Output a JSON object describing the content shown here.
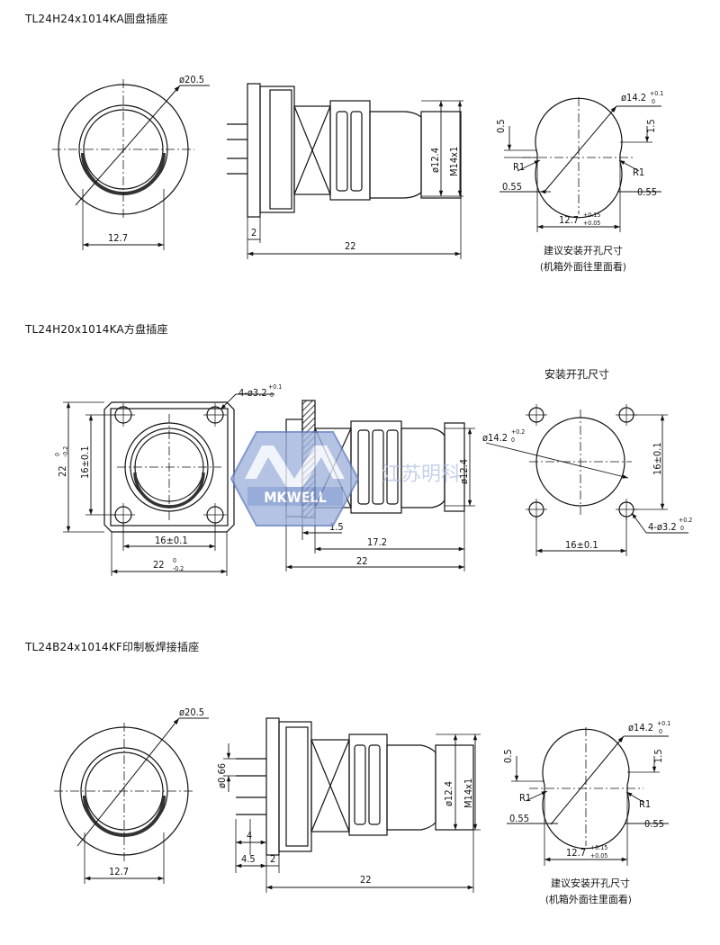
{
  "section1": {
    "title": "TL24H24x1014KA圆盘插座",
    "dims": {
      "front_dia": "ø20.5",
      "front_width": "12.7",
      "side_flange": "2",
      "side_length": "22",
      "side_dia": "ø12.4",
      "side_thread": "M14x1",
      "cut_dia_base": "ø14.2",
      "cut_dia_tol_up": "+0.1",
      "cut_dia_tol_dn": "0",
      "cut_top_left": "0.5",
      "cut_top_right": "1.5",
      "cut_r_left": "R1",
      "cut_r_right": "R1",
      "cut_055_left": "0.55",
      "cut_055_right": "0.55",
      "cut_width_base": "12.7",
      "cut_width_tol_up": "+0.15",
      "cut_width_tol_dn": "+0.05"
    },
    "note_line1": "建议安装开孔尺寸",
    "note_line2": "(机箱外面往里面看)"
  },
  "section2": {
    "title": "TL24H20x1014KA方盘插座",
    "dims": {
      "holes_base": "4-ø3.2",
      "holes_tol_up": "+0.1",
      "holes_tol_dn": "0",
      "outer_v_base": "22",
      "outer_v_tol_up": "0",
      "outer_v_tol_dn": "-0.2",
      "inner_v": "16±0.1",
      "inner_h": "16±0.1",
      "outer_h_base": "22",
      "outer_h_tol_up": "0",
      "outer_h_tol_dn": "-0.2",
      "side_dia": "ø12.4",
      "side_15": "1.5",
      "side_172": "17.2",
      "side_22": "22",
      "cut_heading": "安装开孔尺寸",
      "cut_dia_base": "ø14.2",
      "cut_dia_tol_up": "+0.2",
      "cut_dia_tol_dn": "0",
      "cut_v": "16±0.1",
      "cut_h": "16±0.1",
      "cut_holes_base": "4-ø3.2",
      "cut_holes_tol_up": "+0.2",
      "cut_holes_tol_dn": "0"
    }
  },
  "section3": {
    "title": "TL24B24x1014KF印制板焊接插座",
    "dims": {
      "front_dia": "ø20.5",
      "front_width": "12.7",
      "pin_dia": "ø0.66",
      "pin_4": "4",
      "pin_45": "4.5",
      "side_flange": "2",
      "side_length": "22",
      "side_dia": "ø12.4",
      "side_thread": "M14x1",
      "cut_dia_base": "ø14.2",
      "cut_dia_tol_up": "+0.1",
      "cut_dia_tol_dn": "0",
      "cut_top_left": "0.5",
      "cut_top_right": "1.5",
      "cut_r_left": "R1",
      "cut_r_right": "R1",
      "cut_055_left": "0.55",
      "cut_055_right": "0.55",
      "cut_width_base": "12.7",
      "cut_width_tol_up": "+0.15",
      "cut_width_tol_dn": "+0.05"
    },
    "note_line1": "建议安装开孔尺寸",
    "note_line2": "(机箱外面往里面看)"
  },
  "watermark": {
    "logo_text": "MKWELL",
    "side_text": "江苏明科",
    "color": "#1c3d8f"
  }
}
